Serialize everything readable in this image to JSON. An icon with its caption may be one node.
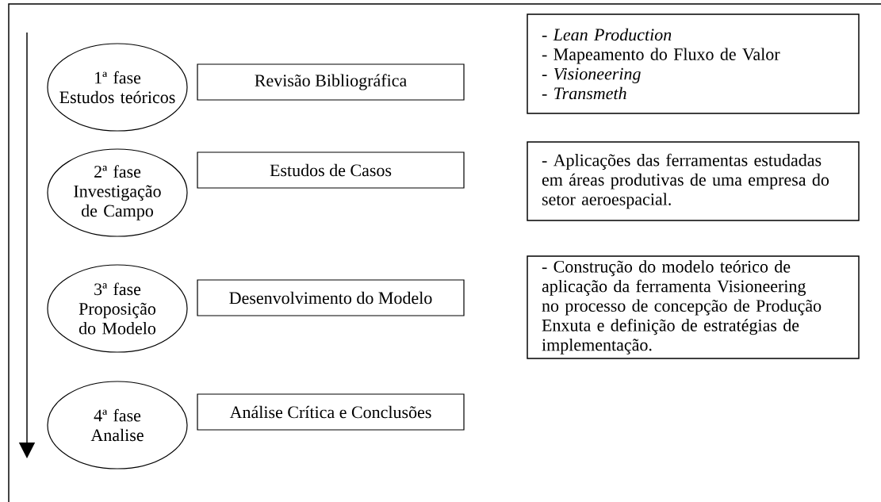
{
  "diagram": {
    "nodes": [
      {
        "text": [
          "1ª fase",
          "Estudos teóricos"
        ]
      },
      {
        "text": [
          "Revisão Bibliográfica"
        ]
      },
      {
        "text": [
          "- *Lean Production*",
          "- Mapeamento do Fluxo de Valor",
          "- *Visioneering*",
          "- *Transmeth*"
        ]
      },
      {
        "text": [
          "2ª fase",
          "Investigação de Campo"
        ]
      },
      {
        "text": [
          "Estudos de Casos"
        ]
      },
      {
        "text": [
          "- Aplicações das ferramentas estudadas em áreas produtivas de uma empresa do setor aeroespacial."
        ]
      },
      {
        "text": [
          "3ª fase",
          "Proposição do Modelo"
        ]
      },
      {
        "text": [
          "Desenvolvimento do Modelo"
        ]
      },
      {
        "text": [
          "- Construção do modelo teórico de aplicação da ferramenta Visioneering no processo de concepção de Produção Enxuta e definição de estratégias de implementação."
        ]
      },
      {
        "text": [
          "4ª fase",
          "Analise"
        ]
      },
      {
        "text": [
          "Análise Crítica e Conclusões"
        ]
      }
    ]
  }
}
